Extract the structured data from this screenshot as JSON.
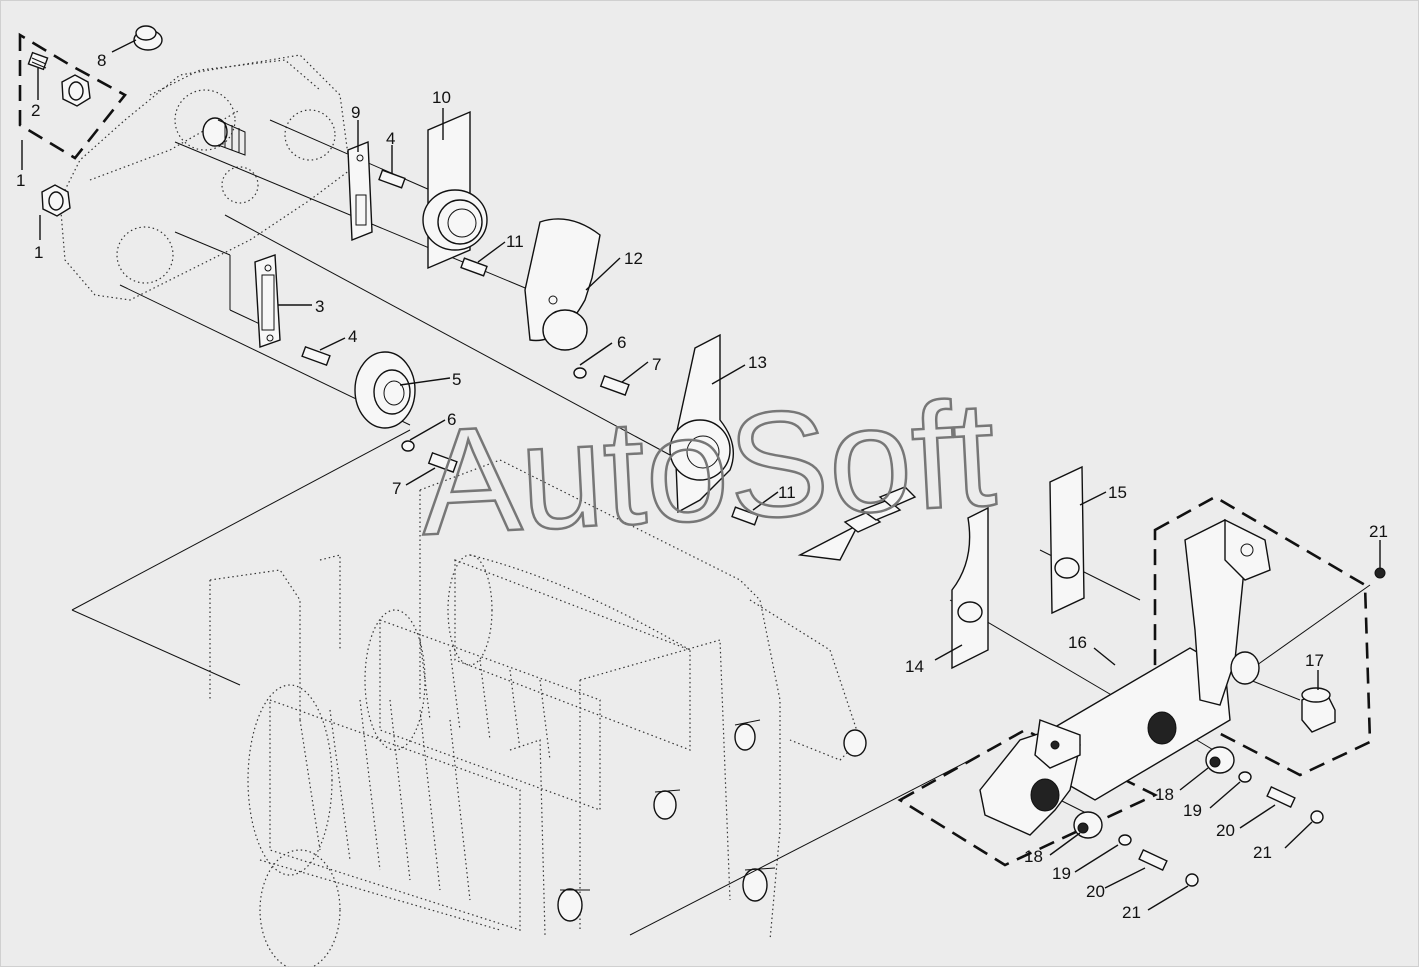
{
  "watermark": "AutoSoft",
  "colors": {
    "background": "#ececec",
    "line": "#111111",
    "watermark": "#777777"
  },
  "callouts": [
    {
      "id": "c1a",
      "label": "1"
    },
    {
      "id": "c2",
      "label": "2"
    },
    {
      "id": "c8",
      "label": "8"
    },
    {
      "id": "c1b",
      "label": "1"
    },
    {
      "id": "c9",
      "label": "9"
    },
    {
      "id": "c10",
      "label": "10"
    },
    {
      "id": "c4a",
      "label": "4"
    },
    {
      "id": "c11a",
      "label": "11"
    },
    {
      "id": "c12",
      "label": "12"
    },
    {
      "id": "c3",
      "label": "3"
    },
    {
      "id": "c4b",
      "label": "4"
    },
    {
      "id": "c5",
      "label": "5"
    },
    {
      "id": "c6a",
      "label": "6"
    },
    {
      "id": "c7a",
      "label": "7"
    },
    {
      "id": "c6b",
      "label": "6"
    },
    {
      "id": "c7b",
      "label": "7"
    },
    {
      "id": "c13",
      "label": "13"
    },
    {
      "id": "c11b",
      "label": "11"
    },
    {
      "id": "c15",
      "label": "15"
    },
    {
      "id": "c21a",
      "label": "21"
    },
    {
      "id": "c14",
      "label": "14"
    },
    {
      "id": "c16",
      "label": "16"
    },
    {
      "id": "c17",
      "label": "17"
    },
    {
      "id": "c18a",
      "label": "18"
    },
    {
      "id": "c19a",
      "label": "19"
    },
    {
      "id": "c20a",
      "label": "20"
    },
    {
      "id": "c21b",
      "label": "21"
    },
    {
      "id": "c18b",
      "label": "18"
    },
    {
      "id": "c19b",
      "label": "19"
    },
    {
      "id": "c20b",
      "label": "20"
    },
    {
      "id": "c21c",
      "label": "21"
    }
  ]
}
